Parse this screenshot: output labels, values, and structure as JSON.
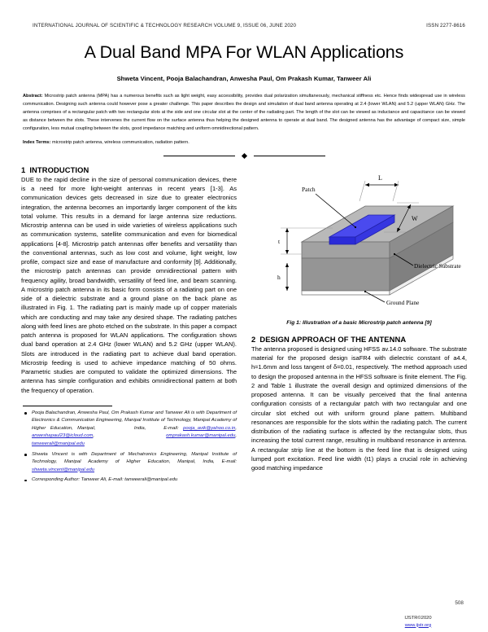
{
  "runhead": {
    "left": "INTERNATIONAL JOURNAL OF SCIENTIFIC & TECHNOLOGY RESEARCH VOLUME 9, ISSUE 06, JUNE 2020",
    "right": "ISSN 2277-8616"
  },
  "title": "A Dual Band MPA For WLAN Applications",
  "authors": "Shweta Vincent, Pooja Balachandran, Anwesha Paul, Om Prakash Kumar, Tanweer Ali",
  "abstract": {
    "label": "Abstract:",
    "text": "Microstrip patch antenna (MPA) has a numerous benefits such as light weight, easy accessibility, provides dual polarization simultaneously, mechanical stiffness etc. Hence finds widespread use in wireless communication. Designing such antenna could however pose a greater challenge. This paper describes the design and simulation of dual band antenna operating at 2.4 (lower WLAN) and 5.2 (upper WLAN) GHz. The antenna comprises of a rectangular patch with two rectangular slots at the side and one circular slot at the center of the radiating part. The length of the slot can be viewed as inductance and capacitance can be viewed as distance between the slots. These intervenes the current flow on the surface antenna thus helping the designed antenna to operate at dual band. The designed antenna has the advantage of compact size, simple configuration, less mutual coupling between the slots, good impedance matching and uniform omnidirectional pattern."
  },
  "index_terms": {
    "label": "Index Terms:",
    "text": "microstrip patch antenna, wireless communication, radiation pattern."
  },
  "sections": {
    "introduction": {
      "number": "1",
      "heading": "INTRODUCTION",
      "body": "DUE to the rapid decline in the size of personal communication devices, there is a need for more light-weight antennas in recent years [1-3]. As communication devices gets decreased in size due to greater electronics integration, the antenna becomes an importantly larger component of the kits total volume. This results in a demand for large antenna size reductions. Microstrip antenna can be used in wide varieties of wireless applications such as communication systems, satellite communication and even for biomedical applications [4-8]. Microstrip patch antennas offer benefits and versatility than the conventional antennas, such as low cost and volume, light weight, low profile, compact size and ease of manufacture and conformity [9]. Additionally, the microstrip patch antennas can provide omnidirectional pattern with frequency agility, broad bandwidth, versatility of feed line, and beam scanning. A microstrip patch antenna in its basic form consists of a radiating part on one side of a dielectric substrate and a ground plane on the back plane as illustrated in Fig. 1. The radiating part is mainly made up of copper materials which are conducting and may take any desired shape. The radiating patches along with feed lines are photo etched on the substrate. In this paper a compact patch antenna is proposed for WLAN applications. The configuration shows dual band operation at 2.4 GHz (lower WLAN) and 5.2 GHz (upper WLAN). Slots are introduced in the radiating part to achieve dual band operation. Microstrip feeding is used to achieve impedance matching of 50 ohms. Parametric studies are computed to validate the optimized dimensions. The antenna has simple configuration and exhibits omnidirectional pattern at both the frequency of operation."
    },
    "design": {
      "number": "2",
      "heading": "DESIGN APPROACH OF THE ANTENNA",
      "body": "The antenna proposed is designed using HFSS av.14.0 software. The substrate material for the proposed design isaFR4 with dielectric constant of a4.4, h=1.6mm and loss tangent of δ=0.01, respectively. The method approach used to design the proposed antenna in the HFSS software is finite element. The Fig. 2 and Table 1 illustrate the overall design and optimized dimensions of the proposed antenna. It can be visually perceived that the final antenna configuration consists of a rectangular patch with two rectangular and one circular slot etched out with uniform ground plane pattern. Multiband resonances are responsible for the slots within the radiating patch. The current distribution of the radiating surface is affected by the rectangular slots, thus increasing the total current range, resulting in multiband resonance in antenna. A rectangular strip line at the bottom is the feed line that is designed using lumped port excitation. Feed line width (t1) plays a crucial role in achieving good matching impedance"
    }
  },
  "footnotes": [
    {
      "prefix": "Pooja Balachandran, Anwesha Paul, Om Prakash Kumar and Tanweer Ali is with Department of Electronics & Communication Engineering, Manipal Institute of Technology, Manipal Academy of Higher Education, Manipal,",
      "mid": "India,",
      "email_label": "E-mail:",
      "emails": [
        "pooja_avik@yahoo.co.in",
        "anweshapaul23@icloud.com",
        "omprakash.kumar@manipal.edu",
        "tanweerali@manipal.edu"
      ]
    },
    {
      "text": "Shweta Vincent is with Department of Mechatronics Engineering, Manipal Institute of Technology, Manipal Academy of Higher Education, Manipal, India, E-mail:",
      "email": "shweta.vincent@manipal.edu"
    },
    {
      "text": "Corresponding Author: Tanweer Ali, E-mail:",
      "email": "tanweerali@manipal.edu"
    }
  ],
  "figure": {
    "caption_label": "Fig 1:",
    "caption_text": "Illustration of a basic Microstrip patch antenna [9]",
    "labels": {
      "patch": "Patch",
      "length": "L",
      "width": "W",
      "thickness": "t",
      "height": "h",
      "substrate": "Dielectric Substrate",
      "ground": "Ground Plane"
    },
    "colors": {
      "patch": "#3333dd",
      "patch_top": "#5555ee",
      "substrate_top": "#b4b4b4",
      "substrate_front": "#9a9a9a",
      "substrate_side": "#8a8a8a",
      "ground": "#7d7d7d"
    }
  },
  "footer": {
    "page_number": "508",
    "brand": "IJSTR©2020",
    "url": "www.ijstr.org"
  }
}
